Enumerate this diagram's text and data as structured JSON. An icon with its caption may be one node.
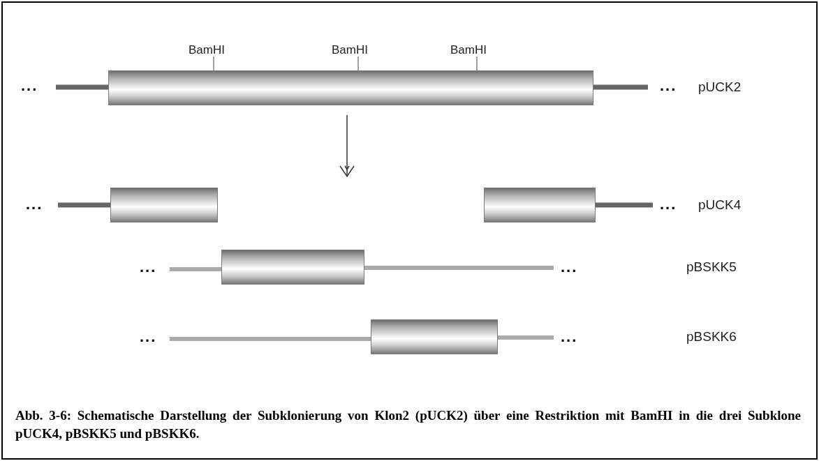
{
  "diagram": {
    "caption": "Abb. 3-6: Schematische Darstellung der Subklonierung von Klon2 (pUCK2) über eine Restriktion mit BamHI in die drei Subklone pUCK4, pBSKK5 und pBSKK6.",
    "nodes": [
      {
        "text": [
          "BamHI"
        ]
      },
      {
        "text": [
          "BamHI"
        ]
      },
      {
        "text": [
          "BamHI"
        ]
      },
      {
        "text": [],
        "shape": "cylinder"
      },
      {
        "text": [],
        "shape": "cylinder"
      },
      {
        "text": [],
        "shape": "cylinder"
      },
      {
        "text": [],
        "shape": "cylinder"
      },
      {
        "text": [],
        "shape": "cylinder"
      }
    ],
    "edges": [
      {
        "from": 0,
        "to": 3,
        "arrow": "none"
      },
      {
        "from": 1,
        "to": 3,
        "arrow": "none"
      },
      {
        "from": 2,
        "to": 3,
        "arrow": "none"
      },
      {
        "from": 3,
        "to": null,
        "arrow": "to"
      }
    ],
    "labels": [
      "...",
      "...",
      "pUCK2",
      "...",
      "...",
      "pUCK4",
      "...",
      "...",
      "pBSKK5",
      "...",
      "...",
      "pBSKK6"
    ]
  }
}
